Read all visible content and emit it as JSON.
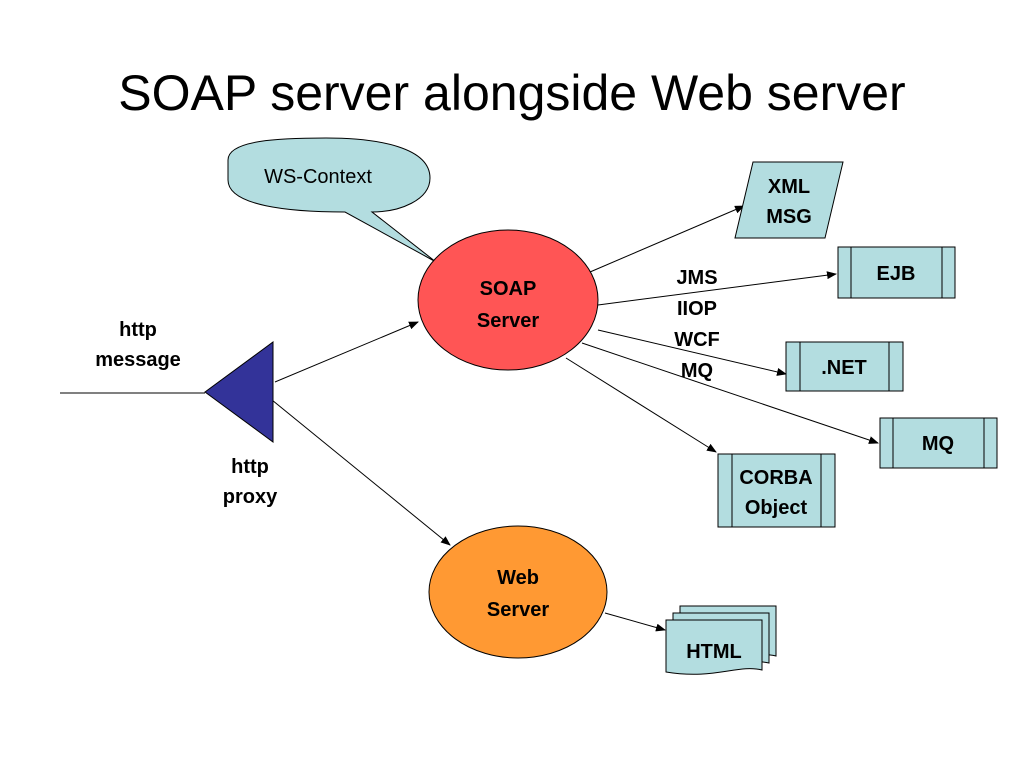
{
  "title": "SOAP server alongside Web server",
  "callout": {
    "text": "WS-Context"
  },
  "nodes": {
    "soap_server": {
      "line1": "SOAP",
      "line2": "Server",
      "fill": "#ff5555"
    },
    "web_server": {
      "line1": "Web",
      "line2": "Server",
      "fill": "#ff9933"
    },
    "http_proxy": {
      "line1": "http",
      "line2": "proxy",
      "fill": "#333399"
    },
    "http_message": {
      "line1": "http",
      "line2": "message"
    },
    "xml_msg": {
      "line1": "XML",
      "line2": "MSG"
    },
    "ejb": {
      "label": "EJB"
    },
    "net": {
      "label": ".NET"
    },
    "mq": {
      "label": "MQ"
    },
    "corba": {
      "line1": "CORBA",
      "line2": "Object"
    },
    "html": {
      "label": "HTML"
    }
  },
  "protocols": [
    "JMS",
    "IIOP",
    "WCF",
    "MQ"
  ],
  "colors": {
    "box_fill": "#b3dde0",
    "stroke": "#000000"
  }
}
